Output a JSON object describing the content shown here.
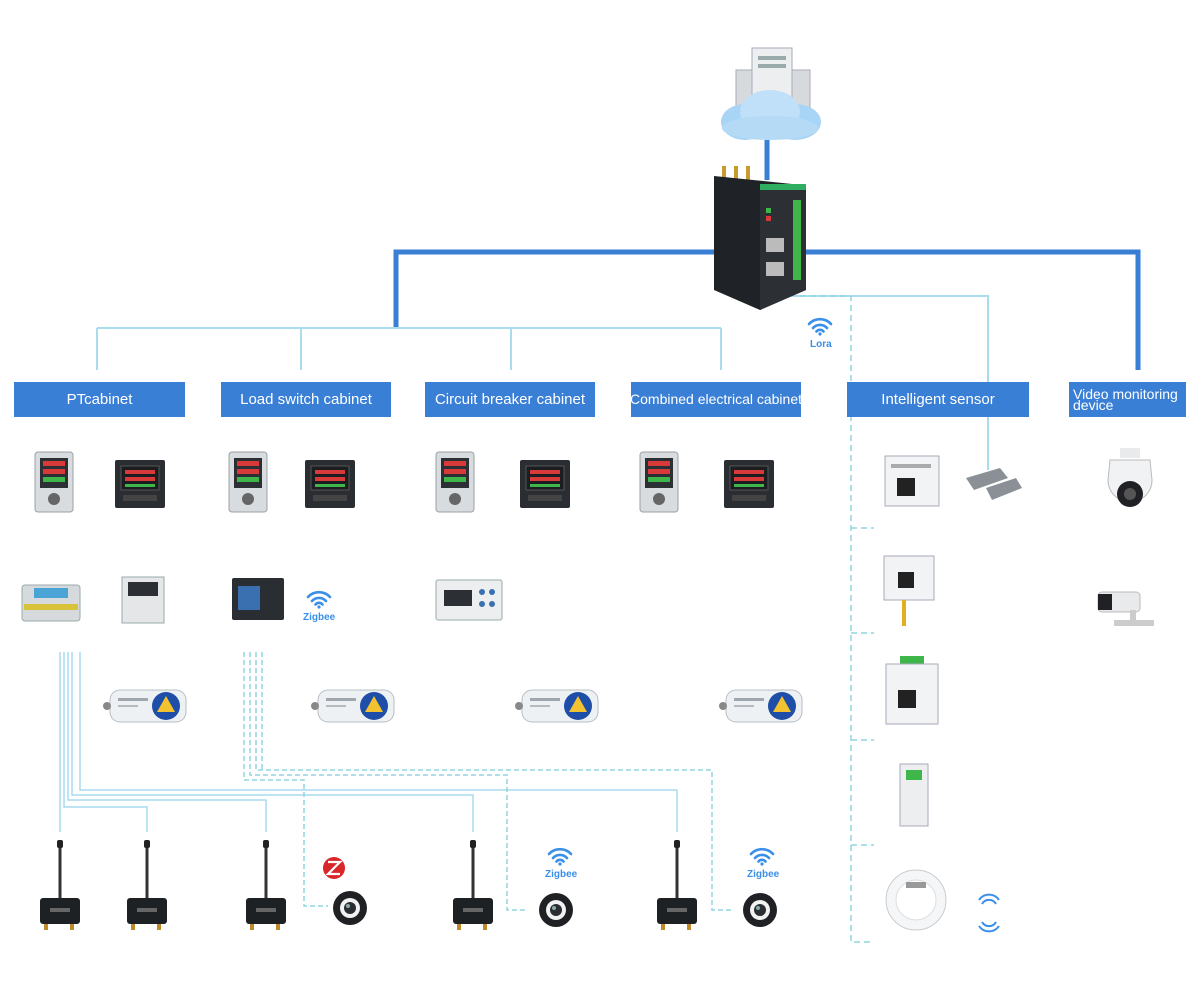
{
  "headers": [
    {
      "id": "pt",
      "label": "PTcabinet"
    },
    {
      "id": "load",
      "label": "Load switch cabinet"
    },
    {
      "id": "cb",
      "label": "Circuit breaker cabinet"
    },
    {
      "id": "comb",
      "label": "Combined electrical cabinet"
    },
    {
      "id": "sensor",
      "label": "Intelligent sensor"
    },
    {
      "id": "video",
      "label": "Video monitoring device"
    }
  ],
  "wireless": {
    "lora": "Lora",
    "zigbee_1": "Zigbee",
    "zigbee_2": "Zigbee",
    "zigbee_3": "Zigbee"
  },
  "colors": {
    "header_bg": "#3a7fd6",
    "trunk_line": "#3a7fd6",
    "branch_line": "#a9dcef",
    "dashed_line": "#8fd6e0",
    "wireless_icon": "#3a8fe8",
    "zigbee_logo": "#d8262b"
  },
  "icons": [
    "cloud-server-icon",
    "gateway-device-icon",
    "wifi-signal-icon",
    "zigbee-logo-icon",
    "dome-camera-icon",
    "bullet-camera-icon",
    "smoke-detector-icon",
    "door-sensor-icon",
    "temperature-sensor-icon",
    "antenna-icon",
    "meter-icon"
  ]
}
